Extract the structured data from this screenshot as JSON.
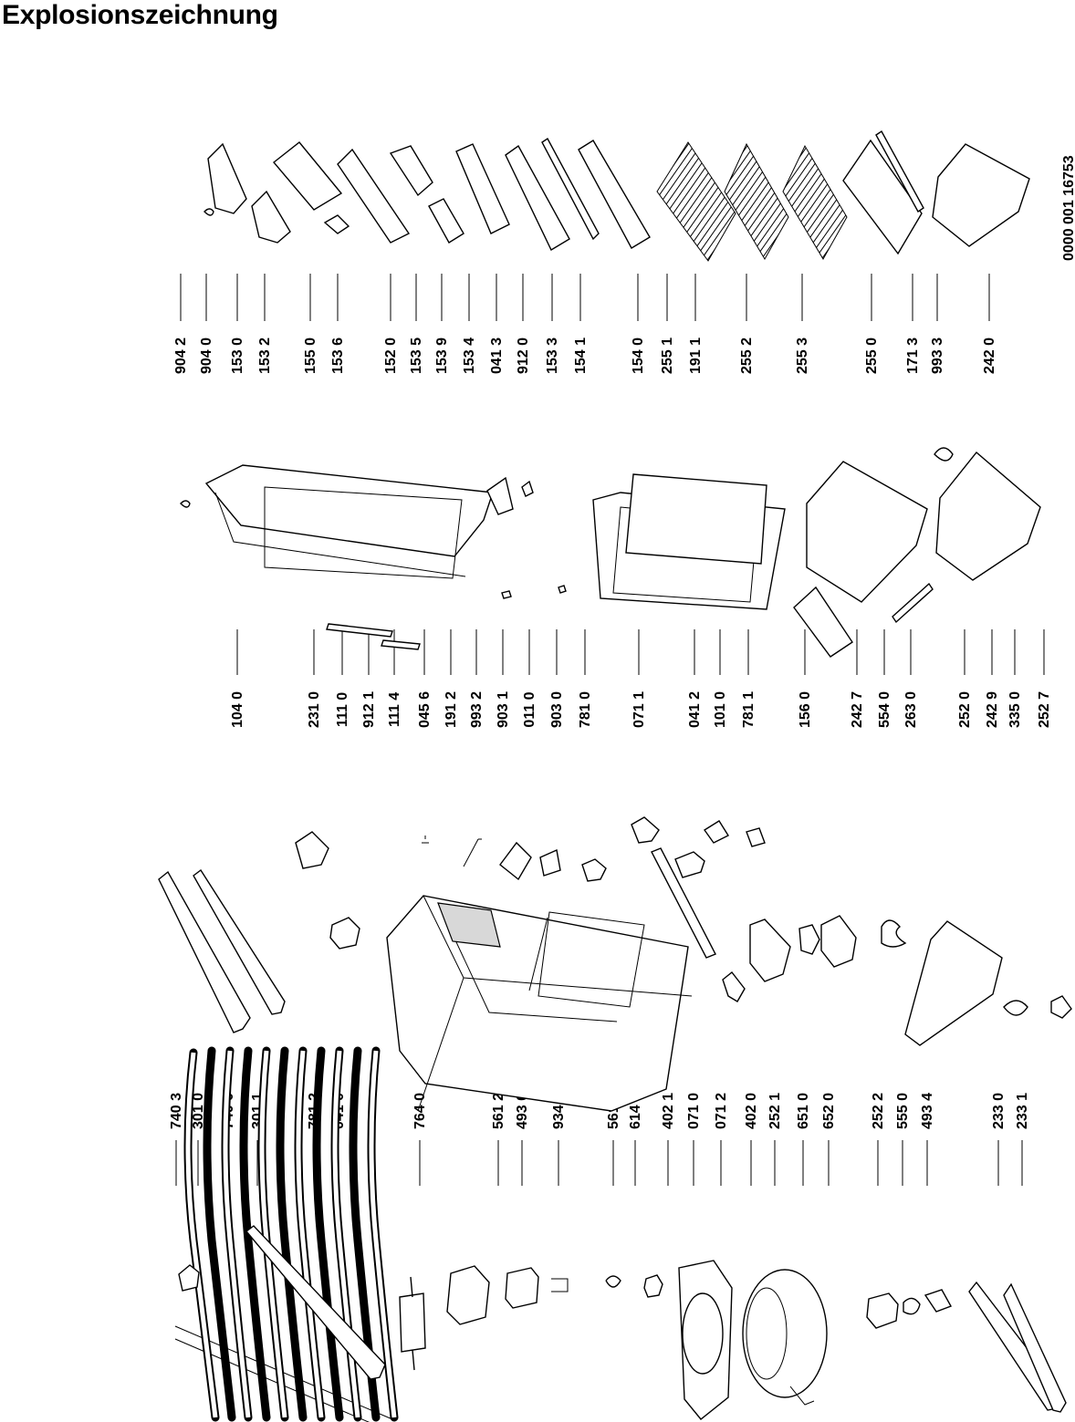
{
  "title": "Explosionszeichnung",
  "document_id": "0000 001 16753",
  "labels": {
    "a": [
      "740 3",
      "301 0",
      "740 0",
      "301 1",
      "781 2",
      "041 0",
      "764 0",
      "561 2",
      "493 0",
      "934 2",
      "561 0",
      "614 0",
      "402 1",
      "071 0",
      "071 2",
      "402 0",
      "252 1",
      "651 0",
      "652 0",
      "252 2",
      "555 0",
      "493 4",
      "233 0",
      "233 1"
    ],
    "b": [
      "104 0",
      "231 0",
      "111 0",
      "912 1",
      "111 4",
      "045 6",
      "191 2",
      "993 2",
      "903 1",
      "011 0",
      "903 0",
      "781 0",
      "071 1",
      "041 2",
      "101 0",
      "781 1",
      "156 0",
      "242 7",
      "554 0",
      "263 0",
      "252 0",
      "242 9",
      "335 0",
      "252 7"
    ],
    "c": [
      "904 2",
      "904 0",
      "153 0",
      "153 2",
      "155 0",
      "153 6",
      "152 0",
      "153 5",
      "153 9",
      "153 4",
      "041 3",
      "912 0",
      "153 3",
      "154 1",
      "154 0",
      "255 1",
      "191 1",
      "255 2",
      "255 3",
      "255 0",
      "171 3",
      "993 3",
      "242 0"
    ]
  }
}
